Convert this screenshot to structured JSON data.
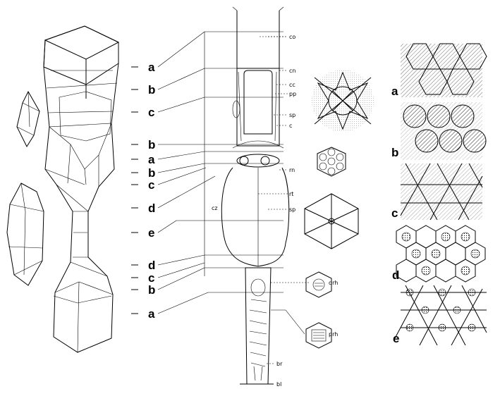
{
  "left_labels": [
    "a",
    "b",
    "c",
    "b",
    "a",
    "b",
    "c",
    "d",
    "e",
    "d",
    "c",
    "b",
    "a"
  ],
  "right_labels": [
    "a",
    "b",
    "c",
    "d",
    "e"
  ],
  "abbreviations": [
    "co",
    "cn",
    "cc",
    "pp",
    "sp",
    "c",
    "rn",
    "rt",
    "sp",
    "cz",
    "drh",
    "prh",
    "br",
    "bl"
  ]
}
